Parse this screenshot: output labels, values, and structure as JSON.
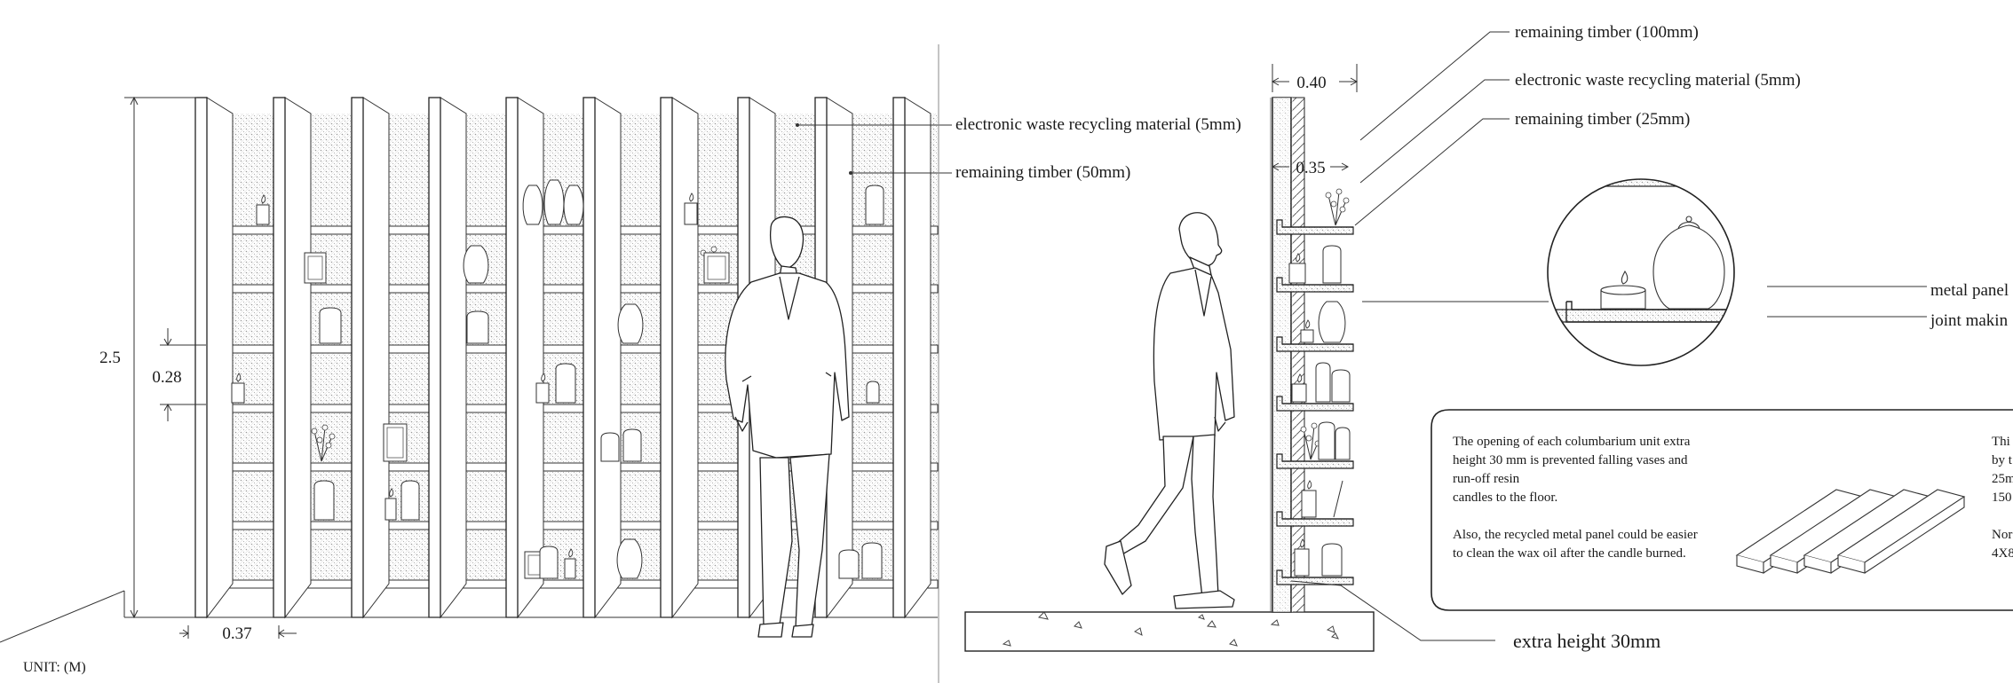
{
  "elevation": {
    "dim_height_total": "2.5",
    "dim_shelf_spacing": "0.28",
    "dim_bay_width": "0.37",
    "label_ewaste": "electronic waste recycling material (5mm)",
    "label_timber50": "remaining timber (50mm)",
    "unit": "UNIT: (M)"
  },
  "section": {
    "dim_depth_outer": "0.40",
    "dim_depth_inner": "0.35",
    "label_timber100": "remaining timber (100mm)",
    "label_ewaste": "electronic waste recycling material (5mm)",
    "label_timber25": "remaining timber (25mm)",
    "label_extra_height": "extra height 30mm"
  },
  "detail": {
    "label_metal_panel": "metal panel",
    "label_joint": "joint makin"
  },
  "notes": {
    "left_lines": [
      "The opening of each columbarium unit extra",
      "height 30 mm is prevented falling vases and",
      "run-off resin",
      "candles to the floor."
    ],
    "left_lines_2": [
      "Also, the recycled metal panel could be easier",
      "to clean the wax oil after the candle burned."
    ],
    "right_lines": [
      "Thi",
      "by t",
      "25m",
      "150"
    ],
    "right_lines_2": [
      "Nor",
      "4X8"
    ]
  }
}
